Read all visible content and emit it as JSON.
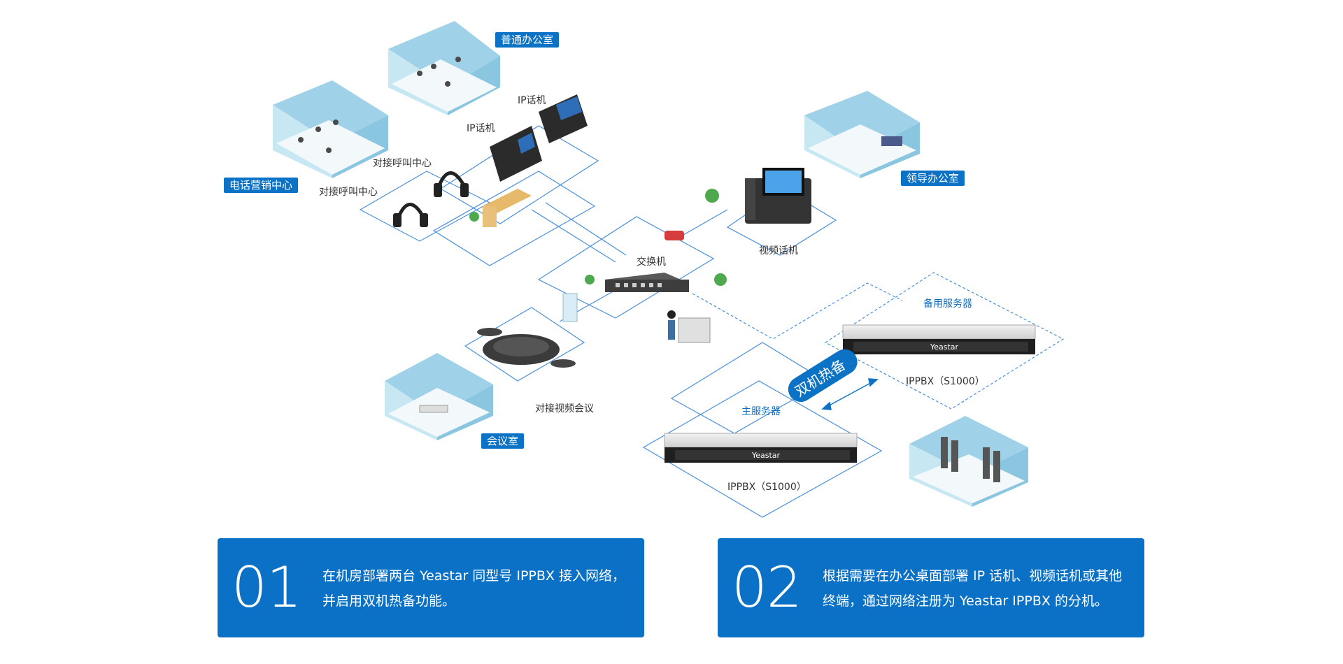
{
  "labels": {
    "normal_office": "普通办公室",
    "telemarketing": "电话营销中心",
    "call_center_a": "对接呼叫中心",
    "call_center_b": "对接呼叫中心",
    "ip_phone_a": "IP话机",
    "ip_phone_b": "IP话机",
    "leader_office": "领导办公室",
    "video_phone": "视频话机",
    "switch": "交换机",
    "meeting_room": "会议室",
    "video_conf": "对接视频会议",
    "backup_server": "备用服务器",
    "backup_model": "IPPBX（S1000）",
    "main_server": "主服务器",
    "main_model": "IPPBX（S1000）",
    "hot_standby": "双机热备",
    "brand_a": "Yeastar",
    "brand_b": "Yeastar"
  },
  "cards": [
    {
      "num": "01",
      "text": "在机房部署两台 Yeastar 同型号 IPPBX 接入网络，并启用双机热备功能。"
    },
    {
      "num": "02",
      "text": "根据需要在办公桌面部署 IP 话机、视频话机或其他终端，通过网络注册为 Yeastar IPPBX 的分机。"
    }
  ],
  "colors": {
    "accent": "#0b72c5",
    "line": "#4a90d9",
    "room_wall": "#aed8ea",
    "floor": "#eef6fb"
  }
}
